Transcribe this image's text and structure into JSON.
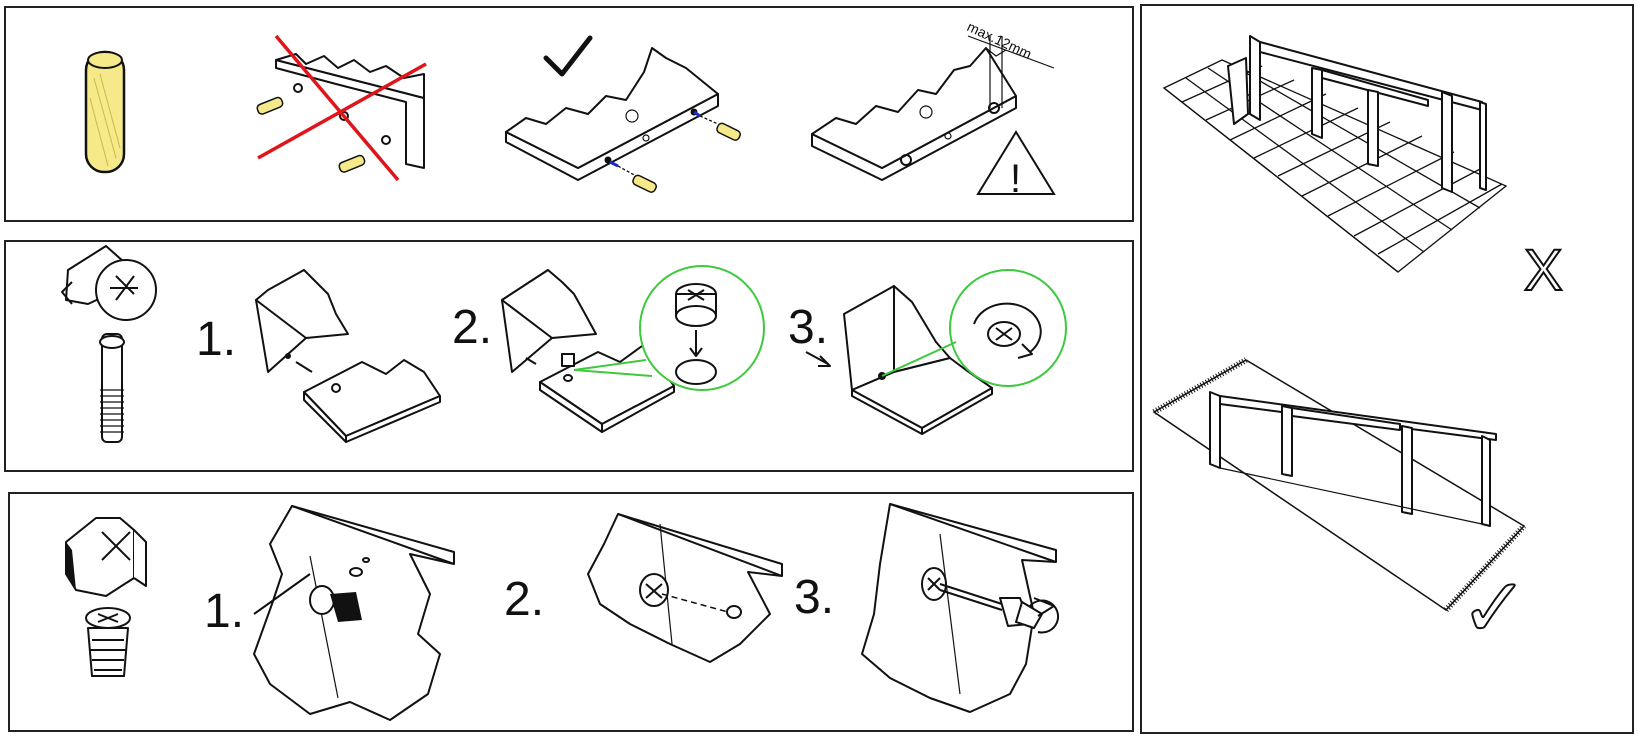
{
  "dowel_panel": {
    "measurement_label": "max.12mm",
    "warning_symbol": "!"
  },
  "cam_panel": {
    "steps": [
      "1.",
      "2.",
      "3."
    ]
  },
  "bracket_panel": {
    "steps": [
      "1.",
      "2.",
      "3."
    ]
  },
  "floor_panel": {
    "wrong_mark": "X",
    "correct_mark": "✓"
  },
  "colors": {
    "dowel_wood": "#f5e98a",
    "cross_out": "#e0141b",
    "callout": "#3ec93e",
    "arrow_blue": "#1a2ec7",
    "ink": "#111111"
  },
  "icons": [
    "wooden-dowel-icon",
    "cam-lock-icon",
    "cam-bolt-icon",
    "bracket-icon",
    "screw-icon",
    "screwdriver-icon",
    "warning-triangle-icon",
    "check-mark-icon",
    "cross-mark-icon"
  ]
}
